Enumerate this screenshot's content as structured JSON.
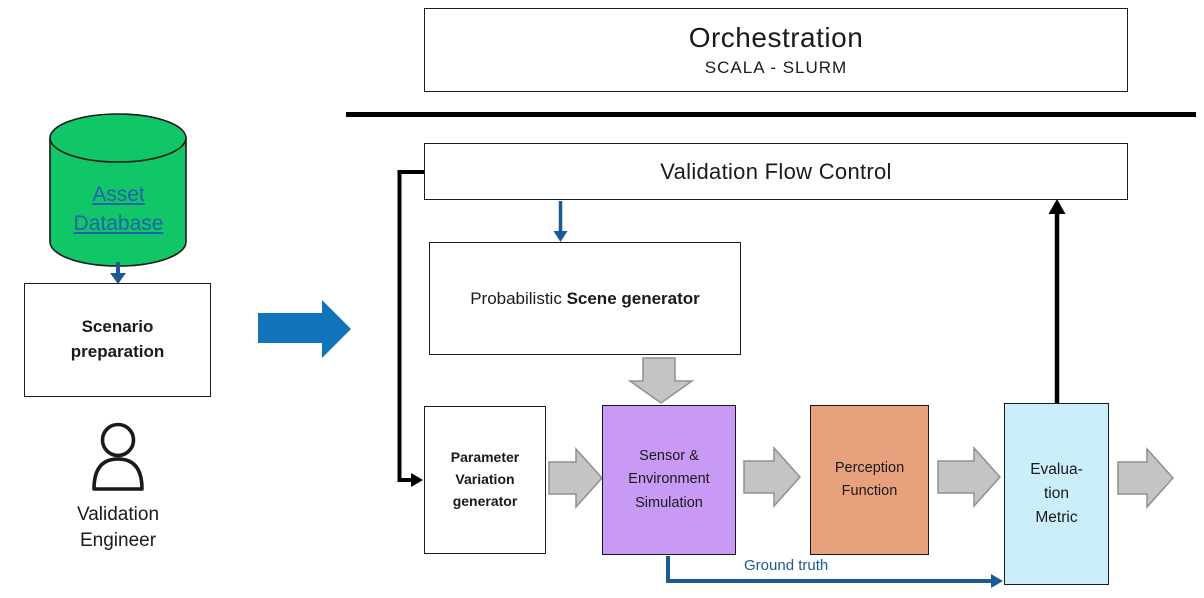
{
  "orchestration": {
    "title": "Orchestration",
    "subtitle": "SCALA - SLURM"
  },
  "flow_control": {
    "label": "Validation Flow Control"
  },
  "asset_database": {
    "label": "Asset\nDatabase"
  },
  "scenario_preparation": {
    "label": "Scenario\npreparation"
  },
  "validation_engineer": {
    "label": "Validation\nEngineer"
  },
  "scene_generator": {
    "label_prefix": "Probabilistic ",
    "label_bold": "Scene generator"
  },
  "parameter_variation": {
    "label": "Parameter\nVariation\ngenerator"
  },
  "sensor_simulation": {
    "label": "Sensor &\nEnvironment\nSimulation"
  },
  "perception_function": {
    "label": "Perception\nFunction"
  },
  "evaluation_metric": {
    "label": "Evalua-\ntion\nMetric"
  },
  "ground_truth": {
    "label": "Ground truth"
  },
  "colors": {
    "accent_blue_arrow": "#1173ba",
    "connector_blue": "#1b5a97",
    "link_blue": "#2263ae",
    "database_green": "#10c667",
    "simulation_purple": "#c99af5",
    "perception_orange": "#e7a27d",
    "evaluation_cyan": "#cbeffa",
    "block_arrow_gray": "#c4c4c4",
    "line_black": "#000000"
  }
}
